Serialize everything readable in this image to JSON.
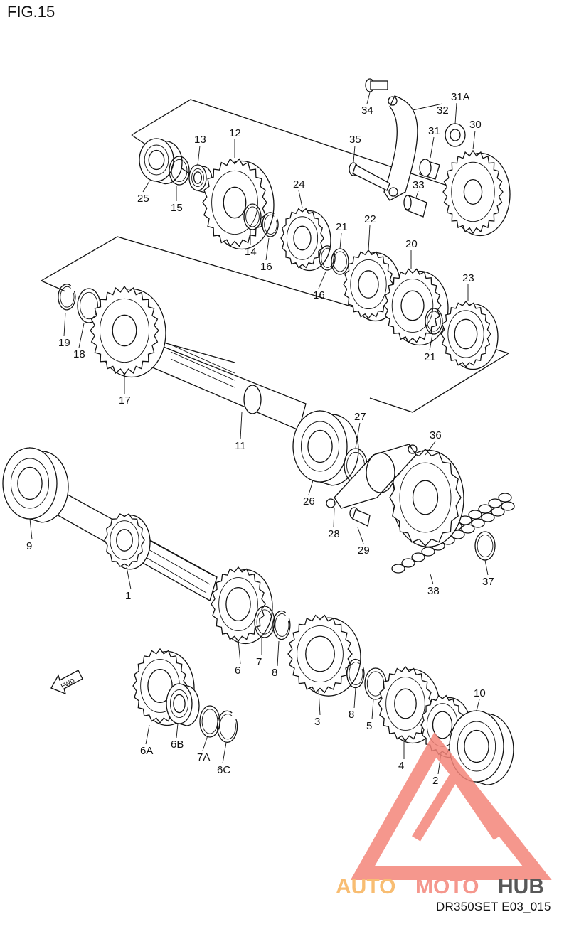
{
  "figure": {
    "title": "FIG.15",
    "reference": "DR350SET E03_015",
    "fwd_label": "FWD"
  },
  "watermark": {
    "text_auto": "AUTO",
    "text_moto": "MOTO",
    "text_hub": "HUB",
    "color_light": "#f7b25a",
    "color_mid": "#f4857a",
    "color_dark": "#3b3b3b"
  },
  "parts": {
    "p1": "1",
    "p2": "2",
    "p3": "3",
    "p4": "4",
    "p5": "5",
    "p6": "6",
    "p6a": "6A",
    "p6b": "6B",
    "p6c": "6C",
    "p7": "7",
    "p7a": "7A",
    "p8a": "8",
    "p8b": "8",
    "p9": "9",
    "p10": "10",
    "p11": "11",
    "p12": "12",
    "p13": "13",
    "p14": "14",
    "p15": "15",
    "p16a": "16",
    "p16b": "16",
    "p17": "17",
    "p18": "18",
    "p19": "19",
    "p20": "20",
    "p21a": "21",
    "p21b": "21",
    "p22": "22",
    "p23": "23",
    "p24": "24",
    "p25": "25",
    "p26": "26",
    "p27": "27",
    "p28": "28",
    "p29": "29",
    "p30": "30",
    "p31": "31",
    "p31a": "31A",
    "p32": "32",
    "p33": "33",
    "p34": "34",
    "p35": "35",
    "p36": "36",
    "p37": "37",
    "p38": "38"
  }
}
